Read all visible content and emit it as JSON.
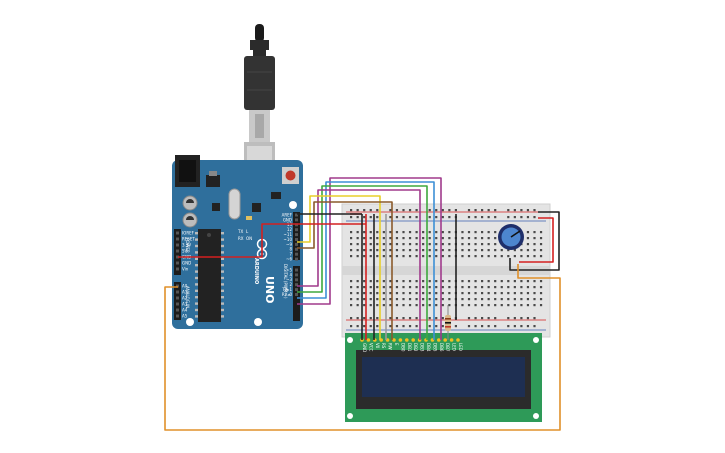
{
  "board": {
    "model": "UNO",
    "brand": "ARDUINO",
    "reset_label": "RESET",
    "power_pins": [
      "IOREF",
      "RESET",
      "3.3V",
      "5V",
      "GND",
      "GND",
      "Vin"
    ],
    "analog_pins": [
      "A0",
      "A1",
      "A2",
      "A3",
      "A4",
      "A5"
    ],
    "digital_header": [
      "AREF",
      "GND",
      "13",
      "12",
      "~11",
      "~10",
      "~9",
      "8",
      "7",
      "~6",
      "~5",
      "4",
      "~3",
      "2",
      "TX▸1",
      "RX◂0"
    ],
    "digital_title": "DIGITAL (PWM ~)",
    "analog_title": "ANALOG IN",
    "power_title": "POWER",
    "tx_label": "TX",
    "rx_label": "RX",
    "l_label": "L",
    "on_label": "ON"
  },
  "lcd": {
    "pin_labels": [
      "GND",
      "VCC",
      "V0",
      "RS",
      "RW",
      "E",
      "DB0",
      "DB1",
      "DB2",
      "DB3",
      "DB4",
      "DB5",
      "DB6",
      "DB7",
      "LED",
      "LED"
    ]
  },
  "colors": {
    "board": "#2f6f9c",
    "breadboard": "#e4e4e4",
    "lcd_pcb": "#2e9a58",
    "lcd_screen": "#1e2f52",
    "wire_red": "#d42020",
    "wire_black": "#222222",
    "wire_yellow": "#e8cf2a",
    "wire_orange": "#e0902a",
    "wire_purple": "#a03a8c",
    "wire_green": "#3ea83e",
    "wire_blue": "#3d8fd6",
    "wire_brown": "#8a5a2b",
    "wire_gray": "#9a9a9a"
  },
  "icons": [
    "usb-plug-icon",
    "potentiometer-icon",
    "resistor-icon",
    "arduino-logo-icon"
  ]
}
